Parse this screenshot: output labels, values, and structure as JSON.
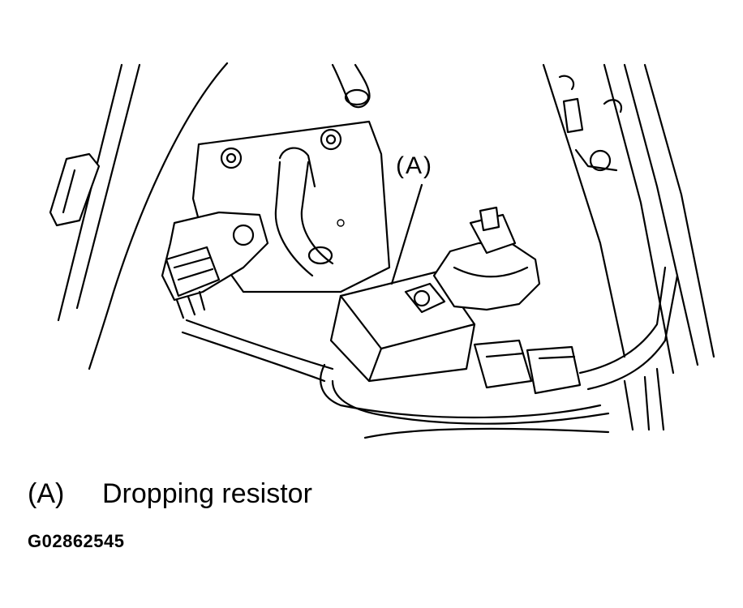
{
  "diagram": {
    "callout_label": "(A)",
    "legend": [
      {
        "key": "(A)",
        "text": "Dropping resistor"
      }
    ],
    "figure_code": "G02862545"
  }
}
